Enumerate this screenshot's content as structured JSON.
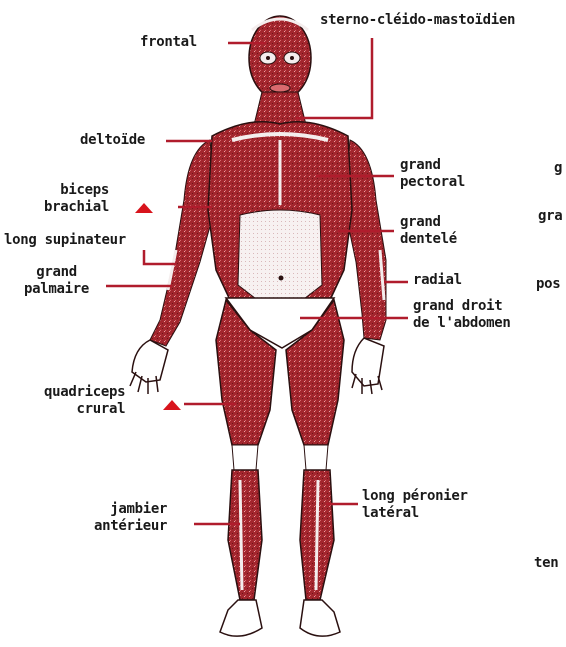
{
  "labels": {
    "sterno": "sterno-cléido-mastoïdien",
    "frontal": "frontal",
    "deltoide": "deltoïde",
    "biceps": "biceps\nbrachial",
    "long_supinateur": "long supinateur",
    "grand_palmaire": "grand\npalmaire",
    "quadriceps": "quadriceps\ncrural",
    "jambier": "jambier\nantérieur",
    "grand_pectoral": "grand\npectoral",
    "grand_dentele": "grand\ndentelé",
    "radial": "radial",
    "grand_droit": "grand droit\nde l'abdomen",
    "long_peronier": "long péronier\nlatéral"
  },
  "clipped_labels": [
    "g",
    "gra",
    "pos",
    "ten"
  ],
  "colors": {
    "muscle": "#a3262e",
    "muscle_dark": "#6e1418",
    "muscle_light": "#d96a6e",
    "leader": "#b01c2c",
    "tendon": "#f4eded",
    "outline": "#2a1010"
  }
}
